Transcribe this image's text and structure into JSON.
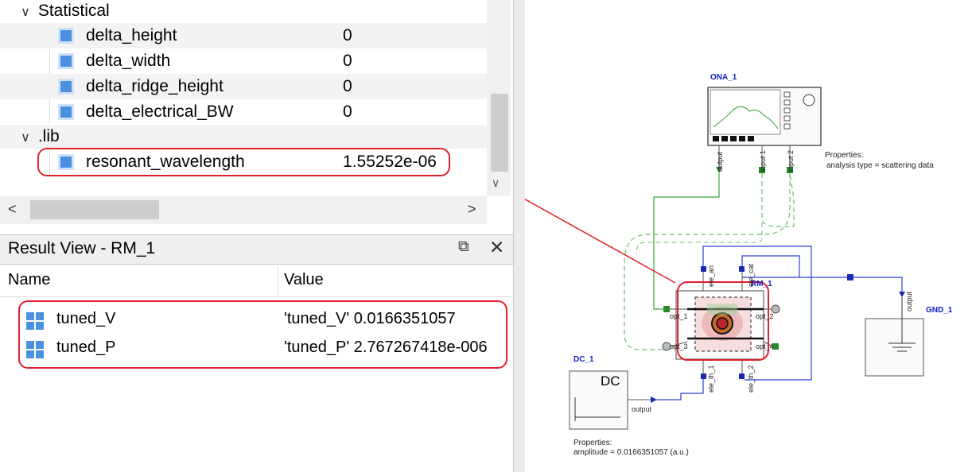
{
  "property_tree": {
    "groups": [
      {
        "label": "Statistical",
        "expanded": true
      },
      {
        "label": ".lib",
        "expanded": true
      }
    ],
    "rows": [
      {
        "name": "delta_height",
        "value": "0"
      },
      {
        "name": "delta_width",
        "value": "0"
      },
      {
        "name": "delta_ridge_height",
        "value": "0"
      },
      {
        "name": "delta_electrical_BW",
        "value": "0"
      },
      {
        "name": "resonant_wavelength",
        "value": "1.55252e-06"
      }
    ]
  },
  "result_view": {
    "title": "Result View - RM_1",
    "columns": {
      "name": "Name",
      "value": "Value"
    },
    "rows": [
      {
        "name": "tuned_V",
        "value": "'tuned_V' 0.0166351057"
      },
      {
        "name": "tuned_P",
        "value": "'tuned_P' 2.767267418e-006"
      }
    ]
  },
  "schematic": {
    "ona": {
      "label": "ONA_1",
      "ports": [
        "output",
        "input 1",
        "input 2"
      ],
      "properties_title": "Properties:",
      "properties_text": "analysis type = scattering data"
    },
    "rm": {
      "label": "RM_1",
      "ports": [
        "ele_an",
        "ele_cat",
        "opt_1",
        "opt_2",
        "opt_3",
        "opt_4",
        "ele_th_1",
        "ele_th_2"
      ]
    },
    "gnd": {
      "label": "GND_1",
      "port": "output"
    },
    "dc": {
      "label": "DC_1",
      "symbol": "DC",
      "port": "output",
      "properties_title": "Properties:",
      "properties_text": "amplitude = 0.0166351057 (a.u.)"
    }
  },
  "colors": {
    "highlight": "#e0202a",
    "wire_electrical": "#2a3fd8",
    "wire_optical": "#3aa23a",
    "label_blue": "#1020c0",
    "icon_blue": "#4a8fe0"
  }
}
